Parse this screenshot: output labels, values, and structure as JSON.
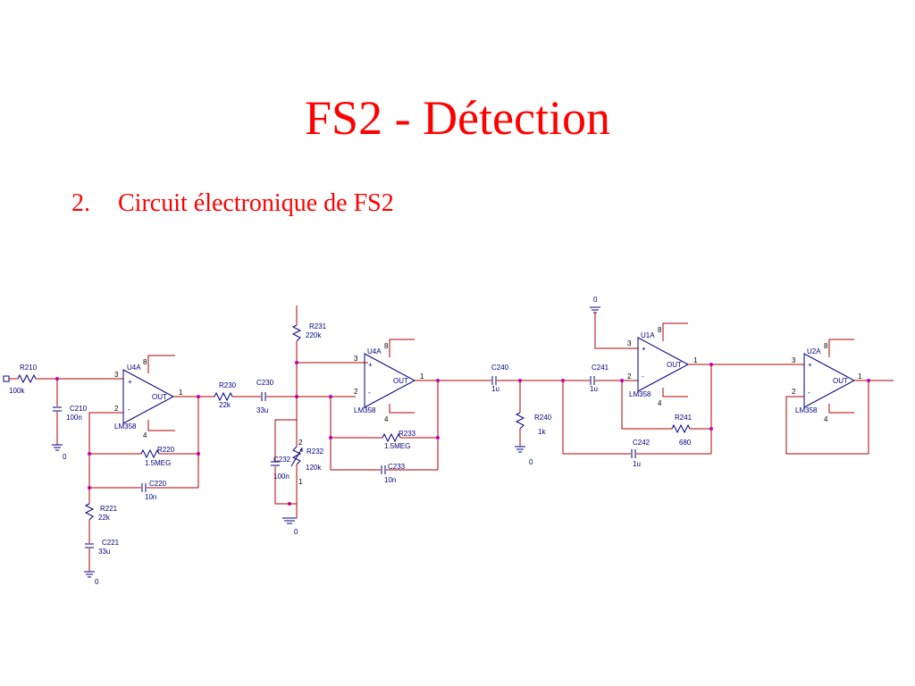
{
  "slide": {
    "title": "FS2 - Détection",
    "bullet_number": "2.",
    "bullet_text": "Circuit électronique de FS2"
  },
  "colors": {
    "title": "#ff0000",
    "wire": "#b00000",
    "component": "#000080",
    "junction": "#cc00cc"
  },
  "opamps": {
    "u4a_1": {
      "ref": "U4A",
      "model": "LM358",
      "pin_plus": "3",
      "pin_minus": "2",
      "pin_out": "1",
      "pin_vcc": "8",
      "pin_gnd": "4",
      "out": "OUT",
      "plus": "+",
      "minus": "-"
    },
    "u4a_2": {
      "ref": "U4A",
      "model": "LM358",
      "pin_plus": "3",
      "pin_minus": "2",
      "pin_out": "1",
      "pin_vcc": "8",
      "pin_gnd": "4",
      "out": "OUT",
      "plus": "+",
      "minus": "-"
    },
    "u1a": {
      "ref": "U1A",
      "model": "LM358",
      "pin_plus": "3",
      "pin_minus": "2",
      "pin_out": "1",
      "pin_vcc": "8",
      "pin_gnd": "4",
      "out": "OUT",
      "plus": "+",
      "minus": "-"
    },
    "u2a": {
      "ref": "U2A",
      "model": "LM358",
      "pin_plus": "3",
      "pin_minus": "2",
      "pin_out": "1",
      "pin_vcc": "8",
      "pin_gnd": "4",
      "out": "OUT",
      "plus": "+",
      "minus": "-"
    }
  },
  "components": {
    "r210": {
      "ref": "R210",
      "value": "100k"
    },
    "c210": {
      "ref": "C210",
      "value": "100n"
    },
    "r220": {
      "ref": "R220",
      "value": "1.5MEG"
    },
    "c220": {
      "ref": "C220",
      "value": "10n"
    },
    "r221": {
      "ref": "R221",
      "value": "22k"
    },
    "c221": {
      "ref": "C221",
      "value": "33u"
    },
    "r230": {
      "ref": "R230",
      "value": "22k"
    },
    "c230": {
      "ref": "C230",
      "value": "33u"
    },
    "r231": {
      "ref": "R231",
      "value": "220k"
    },
    "c232": {
      "ref": "C232",
      "value": "100n"
    },
    "r232": {
      "ref": "R232",
      "value": "120k",
      "pin_top": "2",
      "pin_bottom": "1"
    },
    "r233": {
      "ref": "R233",
      "value": "1.5MEG"
    },
    "c233": {
      "ref": "C233",
      "value": "10n"
    },
    "c240": {
      "ref": "C240",
      "value": "1u"
    },
    "r240": {
      "ref": "R240",
      "value": "1k"
    },
    "c241": {
      "ref": "C241",
      "value": "1u"
    },
    "r241": {
      "ref": "R241",
      "value": "680"
    },
    "c242": {
      "ref": "C242",
      "value": "1u"
    }
  },
  "grounds": {
    "label": "0"
  }
}
